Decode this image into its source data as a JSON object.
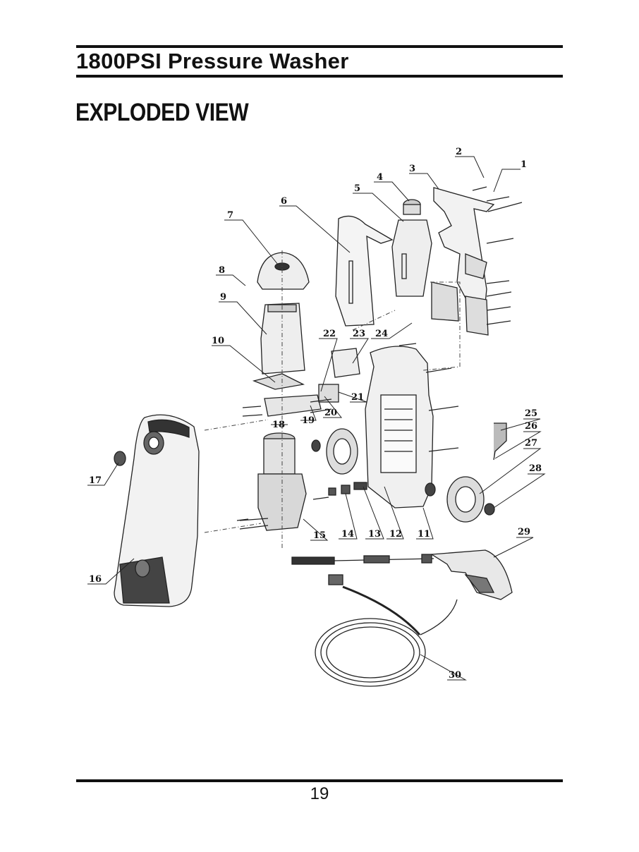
{
  "header": {
    "title": "1800PSI Pressure Washer"
  },
  "section": {
    "title": "EXPLODED VIEW"
  },
  "callouts": [
    "1",
    "2",
    "3",
    "4",
    "5",
    "6",
    "7",
    "8",
    "9",
    "10",
    "11",
    "12",
    "13",
    "14",
    "15",
    "16",
    "17",
    "18",
    "19",
    "20",
    "21",
    "22",
    "23",
    "24",
    "25",
    "26",
    "27",
    "28",
    "29",
    "30"
  ],
  "footer": {
    "page_number": "19"
  }
}
